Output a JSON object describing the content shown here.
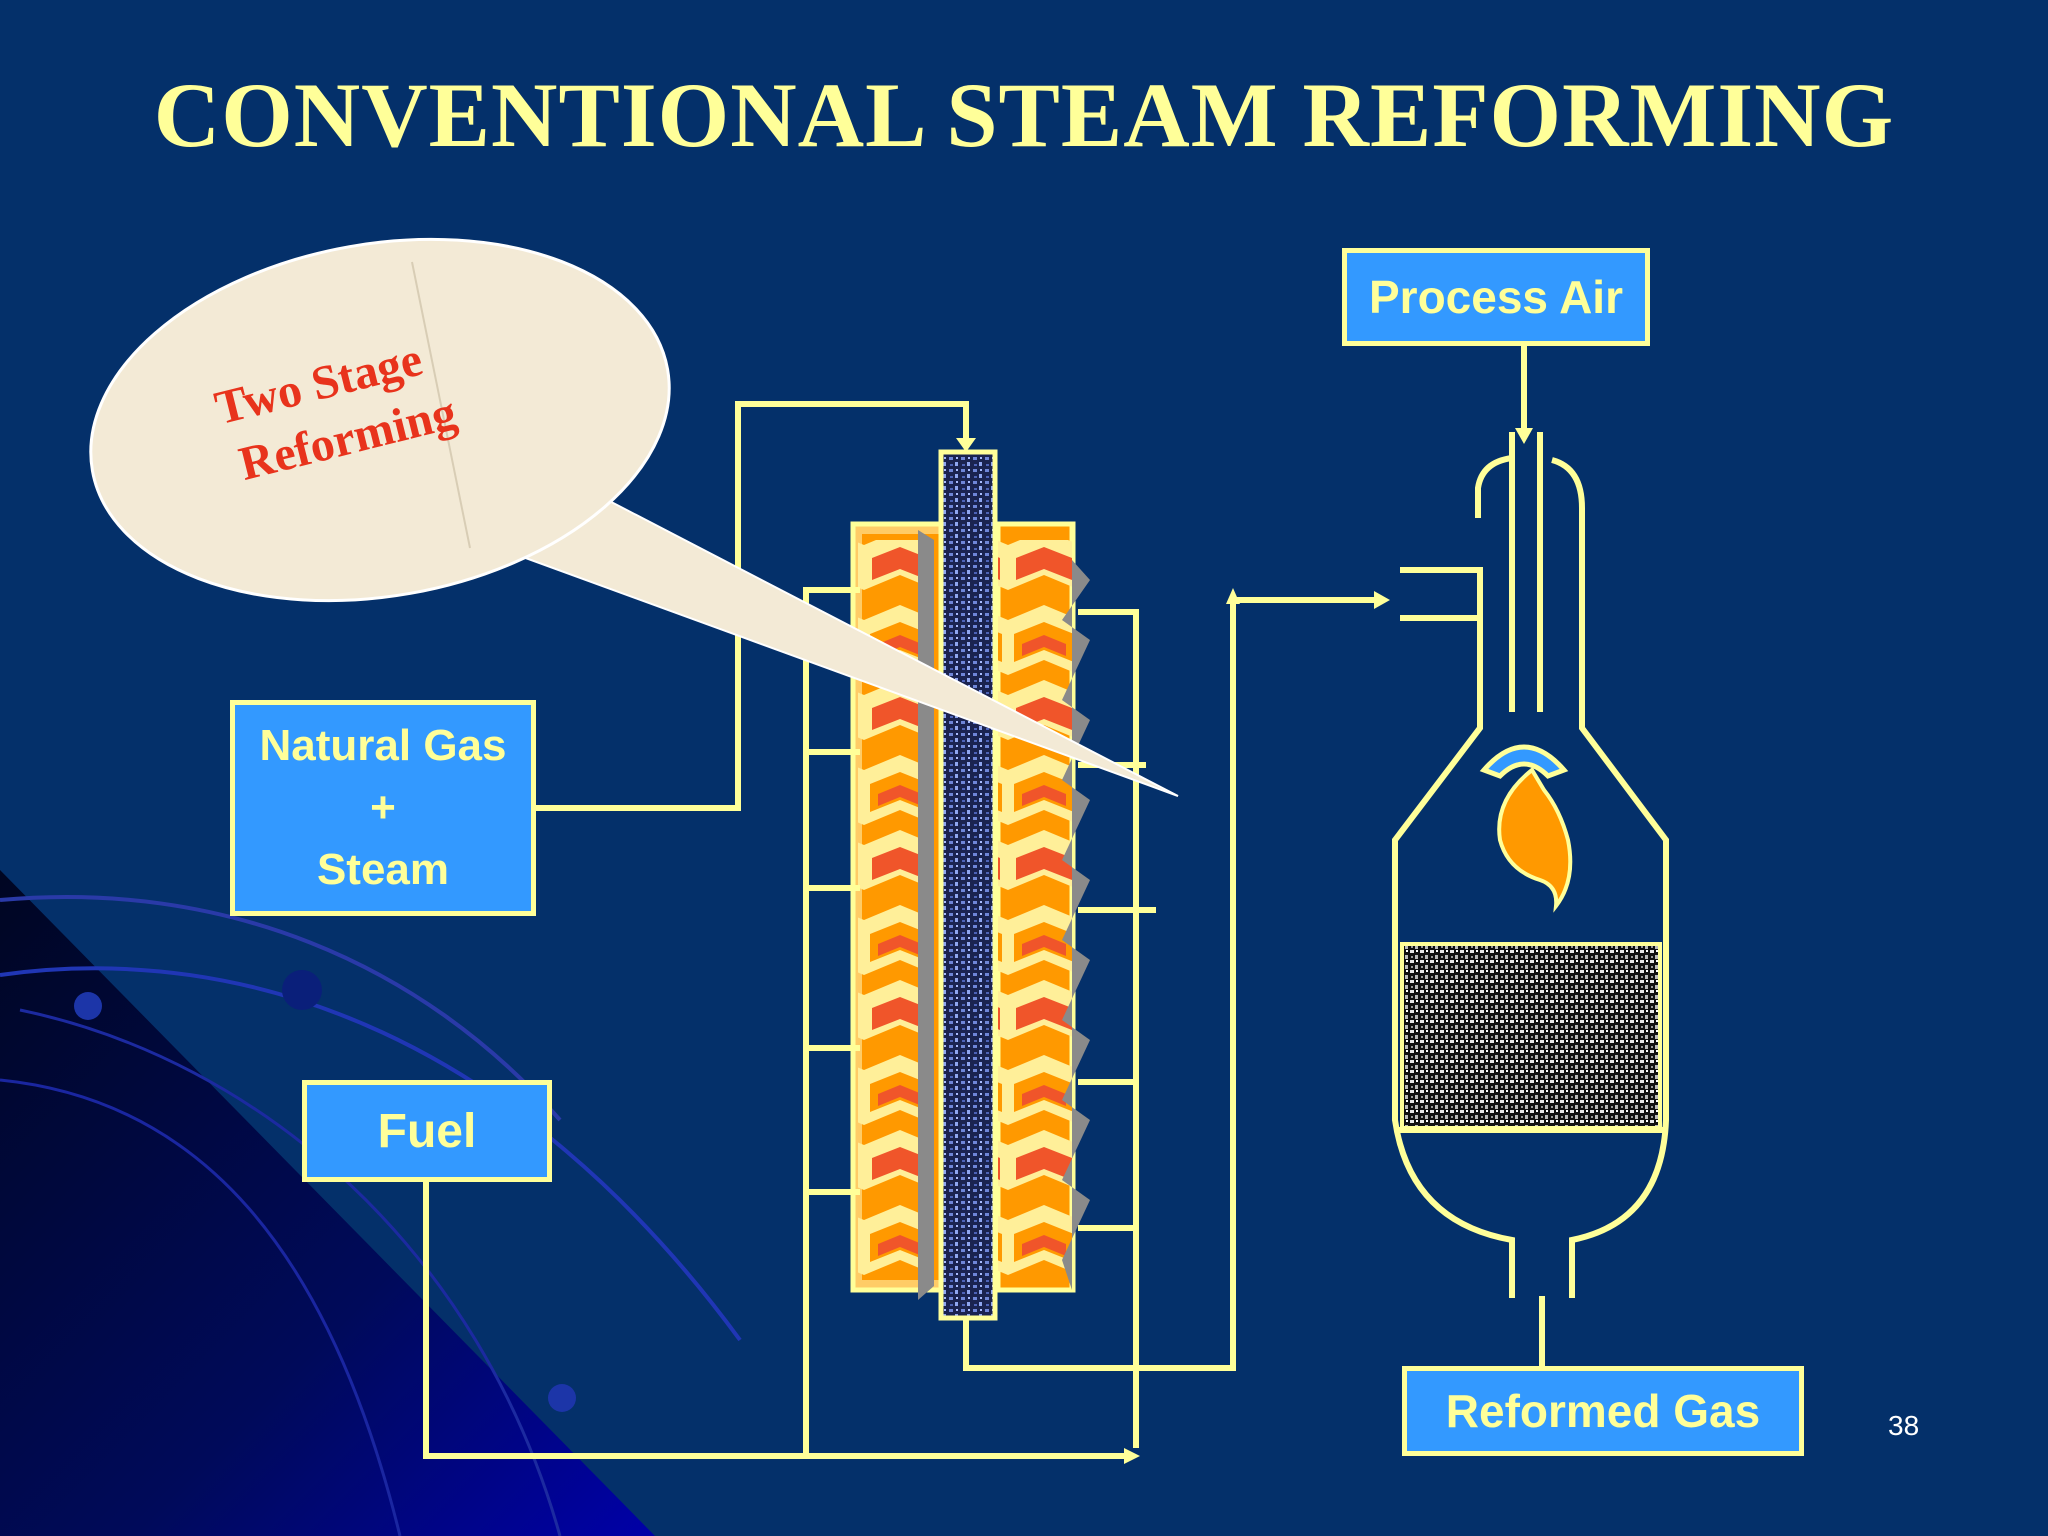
{
  "slide": {
    "title": "CONVENTIONAL STEAM REFORMING",
    "page_number": "38"
  },
  "callout": {
    "line1": "Two Stage",
    "line2": "Reforming"
  },
  "inputs": {
    "natural_gas_line1": "Natural Gas",
    "natural_gas_line2": "+",
    "natural_gas_line3": "Steam",
    "fuel": "Fuel",
    "process_air": "Process Air"
  },
  "outputs": {
    "reformed_gas": "Reformed Gas"
  },
  "colors": {
    "background": "#04306a",
    "pipe": "#ffff99",
    "box_fill": "#3399ff",
    "title": "#ffff99",
    "furnace_fill": "#ff9900",
    "flame": "#ff9900",
    "callout_fill": "#f3ead6",
    "callout_text": "#e8331c"
  }
}
